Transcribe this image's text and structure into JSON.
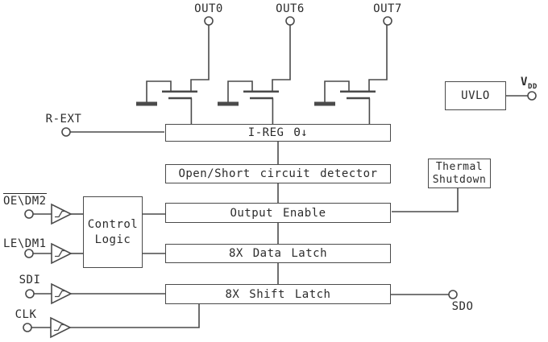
{
  "pins": {
    "out0": "OUT0",
    "out6": "OUT6",
    "out7": "OUT7",
    "rext": "R-EXT",
    "vdd_base": "V",
    "vdd_sub": "DD",
    "oe_dm2": "OE\\DM2",
    "le_dm1": "LE\\DM1",
    "sdi": "SDI",
    "clk": "CLK",
    "sdo": "SDO"
  },
  "blocks": {
    "i_reg": "I-REG Θ↓",
    "open_short_detector": "Open/Short circuit detector",
    "output_enable": "Output Enable",
    "data_latch": "8X Data Latch",
    "shift_latch": "8X Shift Latch",
    "uvlo": "UVLO",
    "thermal_shutdown": {
      "line1": "Thermal",
      "line2": "Shutdown"
    },
    "control_logic": {
      "line1": "Control",
      "line2": "Logic"
    }
  },
  "colors": {
    "line": "#4a4a4a",
    "text": "#2b2b2b",
    "background": "#ffffff"
  }
}
